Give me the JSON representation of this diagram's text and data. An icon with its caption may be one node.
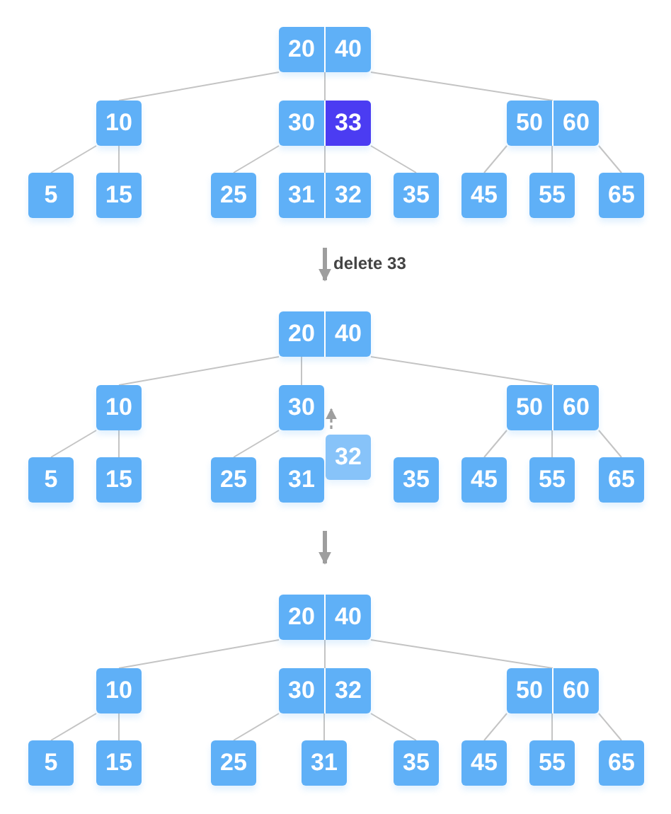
{
  "diagram": {
    "nodes": [
      {
        "text": [
          "20",
          "40"
        ]
      },
      {
        "text": [
          "10"
        ]
      },
      {
        "text": [
          "30",
          "33"
        ]
      },
      {
        "text": [
          "50",
          "60"
        ]
      },
      {
        "text": [
          "5"
        ]
      },
      {
        "text": [
          "15"
        ]
      },
      {
        "text": [
          "25"
        ]
      },
      {
        "text": [
          "31",
          "32"
        ]
      },
      {
        "text": [
          "35"
        ]
      },
      {
        "text": [
          "45"
        ]
      },
      {
        "text": [
          "55"
        ]
      },
      {
        "text": [
          "65"
        ]
      },
      {
        "text": [
          "20",
          "40"
        ]
      },
      {
        "text": [
          "10"
        ]
      },
      {
        "text": [
          "30"
        ]
      },
      {
        "text": [
          "50",
          "60"
        ]
      },
      {
        "text": [
          "5"
        ]
      },
      {
        "text": [
          "15"
        ]
      },
      {
        "text": [
          "25"
        ]
      },
      {
        "text": [
          "31"
        ]
      },
      {
        "text": [
          "32"
        ]
      },
      {
        "text": [
          "35"
        ]
      },
      {
        "text": [
          "45"
        ]
      },
      {
        "text": [
          "55"
        ]
      },
      {
        "text": [
          "65"
        ]
      },
      {
        "text": [
          "20",
          "40"
        ]
      },
      {
        "text": [
          "10"
        ]
      },
      {
        "text": [
          "30",
          "32"
        ]
      },
      {
        "text": [
          "50",
          "60"
        ]
      },
      {
        "text": [
          "5"
        ]
      },
      {
        "text": [
          "15"
        ]
      },
      {
        "text": [
          "25"
        ]
      },
      {
        "text": [
          "31"
        ]
      },
      {
        "text": [
          "35"
        ]
      },
      {
        "text": [
          "45"
        ]
      },
      {
        "text": [
          "55"
        ]
      },
      {
        "text": [
          "65"
        ]
      }
    ],
    "edges": [
      {
        "from": 0,
        "to": 1,
        "arrow": "none"
      },
      {
        "from": 0,
        "to": 2,
        "arrow": "none"
      },
      {
        "from": 0,
        "to": 3,
        "arrow": "none"
      },
      {
        "from": 1,
        "to": 4,
        "arrow": "none"
      },
      {
        "from": 1,
        "to": 5,
        "arrow": "none"
      },
      {
        "from": 2,
        "to": 6,
        "arrow": "none"
      },
      {
        "from": 2,
        "to": 7,
        "arrow": "none"
      },
      {
        "from": 2,
        "to": 8,
        "arrow": "none"
      },
      {
        "from": 3,
        "to": 9,
        "arrow": "none"
      },
      {
        "from": 3,
        "to": 10,
        "arrow": "none"
      },
      {
        "from": 3,
        "to": 11,
        "arrow": "none"
      },
      {
        "from": null,
        "to": 12,
        "arrow": "to",
        "label": "delete 33",
        "style": "thick",
        "color": "#9e9e9e"
      },
      {
        "from": 12,
        "to": 13,
        "arrow": "none"
      },
      {
        "from": 12,
        "to": 14,
        "arrow": "none"
      },
      {
        "from": 12,
        "to": 15,
        "arrow": "none"
      },
      {
        "from": 13,
        "to": 16,
        "arrow": "none"
      },
      {
        "from": 13,
        "to": 17,
        "arrow": "none"
      },
      {
        "from": 14,
        "to": 18,
        "arrow": "none"
      },
      {
        "from": 15,
        "to": 22,
        "arrow": "none"
      },
      {
        "from": 15,
        "to": 23,
        "arrow": "none"
      },
      {
        "from": 15,
        "to": 24,
        "arrow": "none"
      },
      {
        "from": 20,
        "to": 14,
        "arrow": "to",
        "style": "dashed",
        "color": "#9e9e9e"
      },
      {
        "from": null,
        "to": 25,
        "arrow": "to",
        "style": "thick",
        "color": "#9e9e9e"
      },
      {
        "from": 25,
        "to": 26,
        "arrow": "none"
      },
      {
        "from": 25,
        "to": 27,
        "arrow": "none"
      },
      {
        "from": 25,
        "to": 28,
        "arrow": "none"
      },
      {
        "from": 26,
        "to": 29,
        "arrow": "none"
      },
      {
        "from": 26,
        "to": 30,
        "arrow": "none"
      },
      {
        "from": 27,
        "to": 31,
        "arrow": "none"
      },
      {
        "from": 27,
        "to": 32,
        "arrow": "none"
      },
      {
        "from": 27,
        "to": 33,
        "arrow": "none"
      },
      {
        "from": 28,
        "to": 34,
        "arrow": "none"
      },
      {
        "from": 28,
        "to": 35,
        "arrow": "none"
      },
      {
        "from": 28,
        "to": 36,
        "arrow": "none"
      }
    ]
  }
}
